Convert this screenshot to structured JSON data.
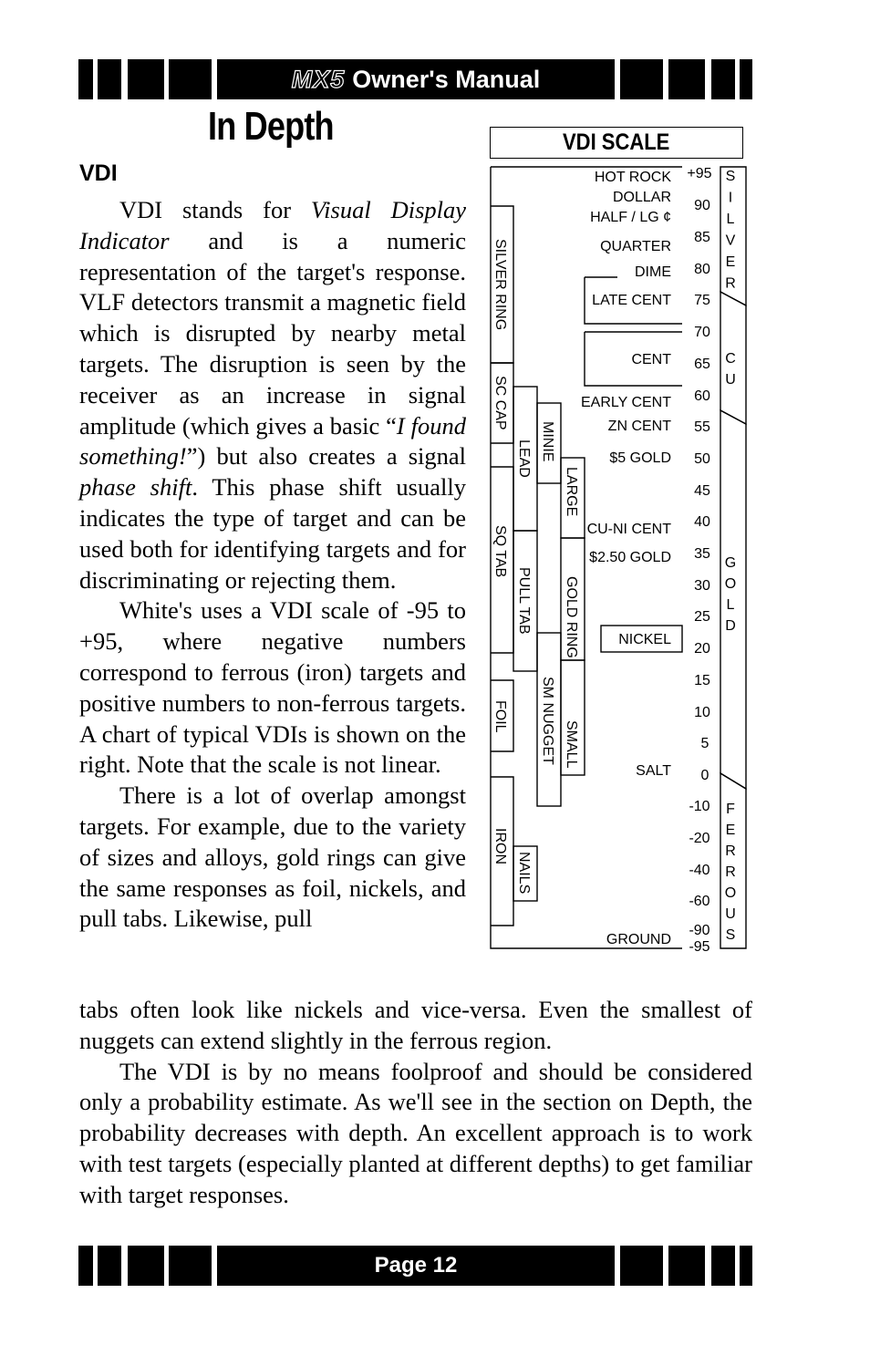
{
  "header": {
    "model": "MX5",
    "title": "Owner's Manual"
  },
  "page_heading": "In Depth",
  "section_heading": "VDI",
  "paragraphs": {
    "p1_lead": "VDI stands for ",
    "p1_em1": "Visual Display Indicator",
    "p1_mid": " and is a numeric representation of the target's response. VLF detectors transmit a magnetic field which is disrupted by nearby metal targets. The disruption is seen by the receiver as an increase in signal amplitude (which gives a basic “",
    "p1_em2": "I found something!",
    "p1_mid2": "”) but also creates a signal ",
    "p1_em3": "phase shift",
    "p1_tail": ". This phase shift usually indicates the type of target and can be used both for identifying targets and for discriminating or rejecting them.",
    "p2": "White's uses a VDI scale of -95 to +95, where negative numbers correspond to ferrous (iron) targets and positive numbers to non-ferrous targets. A chart of typical VDIs is shown on the right. Note that the scale is not linear.",
    "p3_part1": "There is a lot of overlap amongst targets. For example, due to the variety of sizes and alloys, gold rings can give the same responses as foil, nickels, and pull tabs. Likewise, pull",
    "p3_part2": "tabs often look like nickels and vice-versa. Even the smallest of nuggets can extend slightly in the ferrous region.",
    "p4": "The VDI is by no means foolproof and should be considered only a probability estimate. As we'll see in the section on Depth, the probability decreases with depth. An excellent approach is to work with test targets (especially planted at different depths) to get familiar with target responses."
  },
  "vdi_chart": {
    "title": "VDI SCALE",
    "scale": [
      "+95",
      "90",
      "85",
      "80",
      "75",
      "70",
      "65",
      "60",
      "55",
      "50",
      "45",
      "40",
      "35",
      "30",
      "25",
      "20",
      "15",
      "10",
      "5",
      "0",
      "-10",
      "-20",
      "-40",
      "-60",
      "-90",
      "-95"
    ],
    "right_targets": [
      "HOT ROCK",
      "DOLLAR",
      "HALF / LG ¢",
      "QUARTER",
      "DIME",
      "LATE CENT",
      "CENT",
      "EARLY CENT",
      "ZN CENT",
      "$5 GOLD",
      "CU-NI CENT",
      "$2.50 GOLD",
      "NICKEL",
      "SALT",
      "GROUND"
    ],
    "ranges": [
      "SILVER RING",
      "SC CAP",
      "LEAD",
      "MINIE",
      "LARGE",
      "SQ TAB",
      "PULL TAB",
      "GOLD RING",
      "SM NUGGET",
      "SMALL",
      "FOIL",
      "IRON",
      "NAILS"
    ],
    "categories": [
      "SILVER",
      "CU",
      "GOLD",
      "FERROUS"
    ]
  },
  "footer": {
    "page": "Page 12"
  }
}
